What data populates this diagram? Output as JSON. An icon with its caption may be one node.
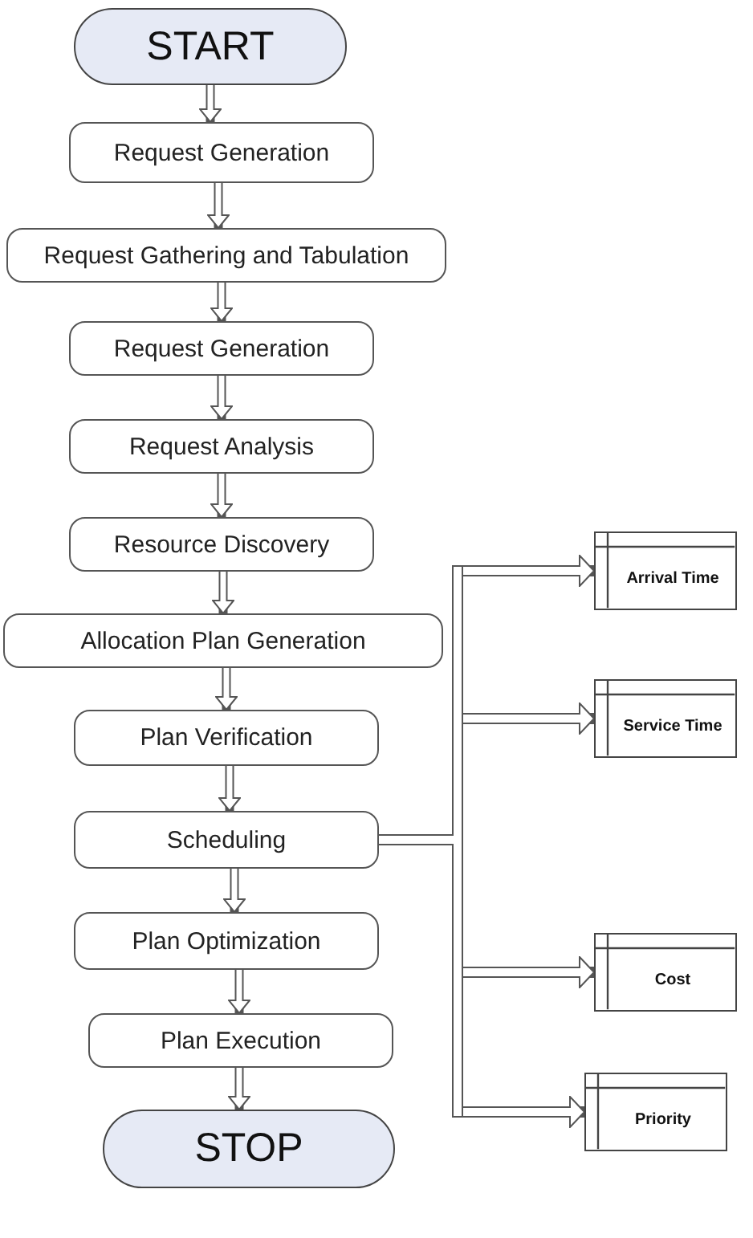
{
  "diagram": {
    "nodes": [
      {
        "text": [
          "START"
        ]
      },
      {
        "text": [
          "Request Generation"
        ]
      },
      {
        "text": [
          "Request Gathering and Tabulation"
        ]
      },
      {
        "text": [
          "Request Generation"
        ]
      },
      {
        "text": [
          "Request Analysis"
        ]
      },
      {
        "text": [
          "Resource Discovery"
        ]
      },
      {
        "text": [
          "Allocation Plan Generation"
        ]
      },
      {
        "text": [
          "Plan Verification"
        ]
      },
      {
        "text": [
          "Scheduling"
        ]
      },
      {
        "text": [
          "Plan Optimization"
        ]
      },
      {
        "text": [
          "Plan Execution"
        ]
      },
      {
        "text": [
          "STOP"
        ]
      },
      {
        "text": [
          "Arrival Time"
        ]
      },
      {
        "text": [
          "Service Time"
        ]
      },
      {
        "text": [
          "Cost"
        ]
      },
      {
        "text": [
          "Priority"
        ]
      }
    ],
    "edges": [
      {
        "from": 0,
        "to": 1,
        "arrow": "to"
      },
      {
        "from": 1,
        "to": 2,
        "arrow": "to"
      },
      {
        "from": 2,
        "to": 3,
        "arrow": "to"
      },
      {
        "from": 3,
        "to": 4,
        "arrow": "to"
      },
      {
        "from": 4,
        "to": 5,
        "arrow": "to"
      },
      {
        "from": 5,
        "to": 6,
        "arrow": "to"
      },
      {
        "from": 6,
        "to": 7,
        "arrow": "to"
      },
      {
        "from": 7,
        "to": 8,
        "arrow": "to"
      },
      {
        "from": 8,
        "to": 9,
        "arrow": "to"
      },
      {
        "from": 9,
        "to": 10,
        "arrow": "to"
      },
      {
        "from": 10,
        "to": 11,
        "arrow": "to"
      },
      {
        "from": 8,
        "to": 12,
        "arrow": "to"
      },
      {
        "from": 8,
        "to": 13,
        "arrow": "to"
      },
      {
        "from": 8,
        "to": 14,
        "arrow": "to"
      },
      {
        "from": 8,
        "to": 15,
        "arrow": "to"
      }
    ]
  }
}
